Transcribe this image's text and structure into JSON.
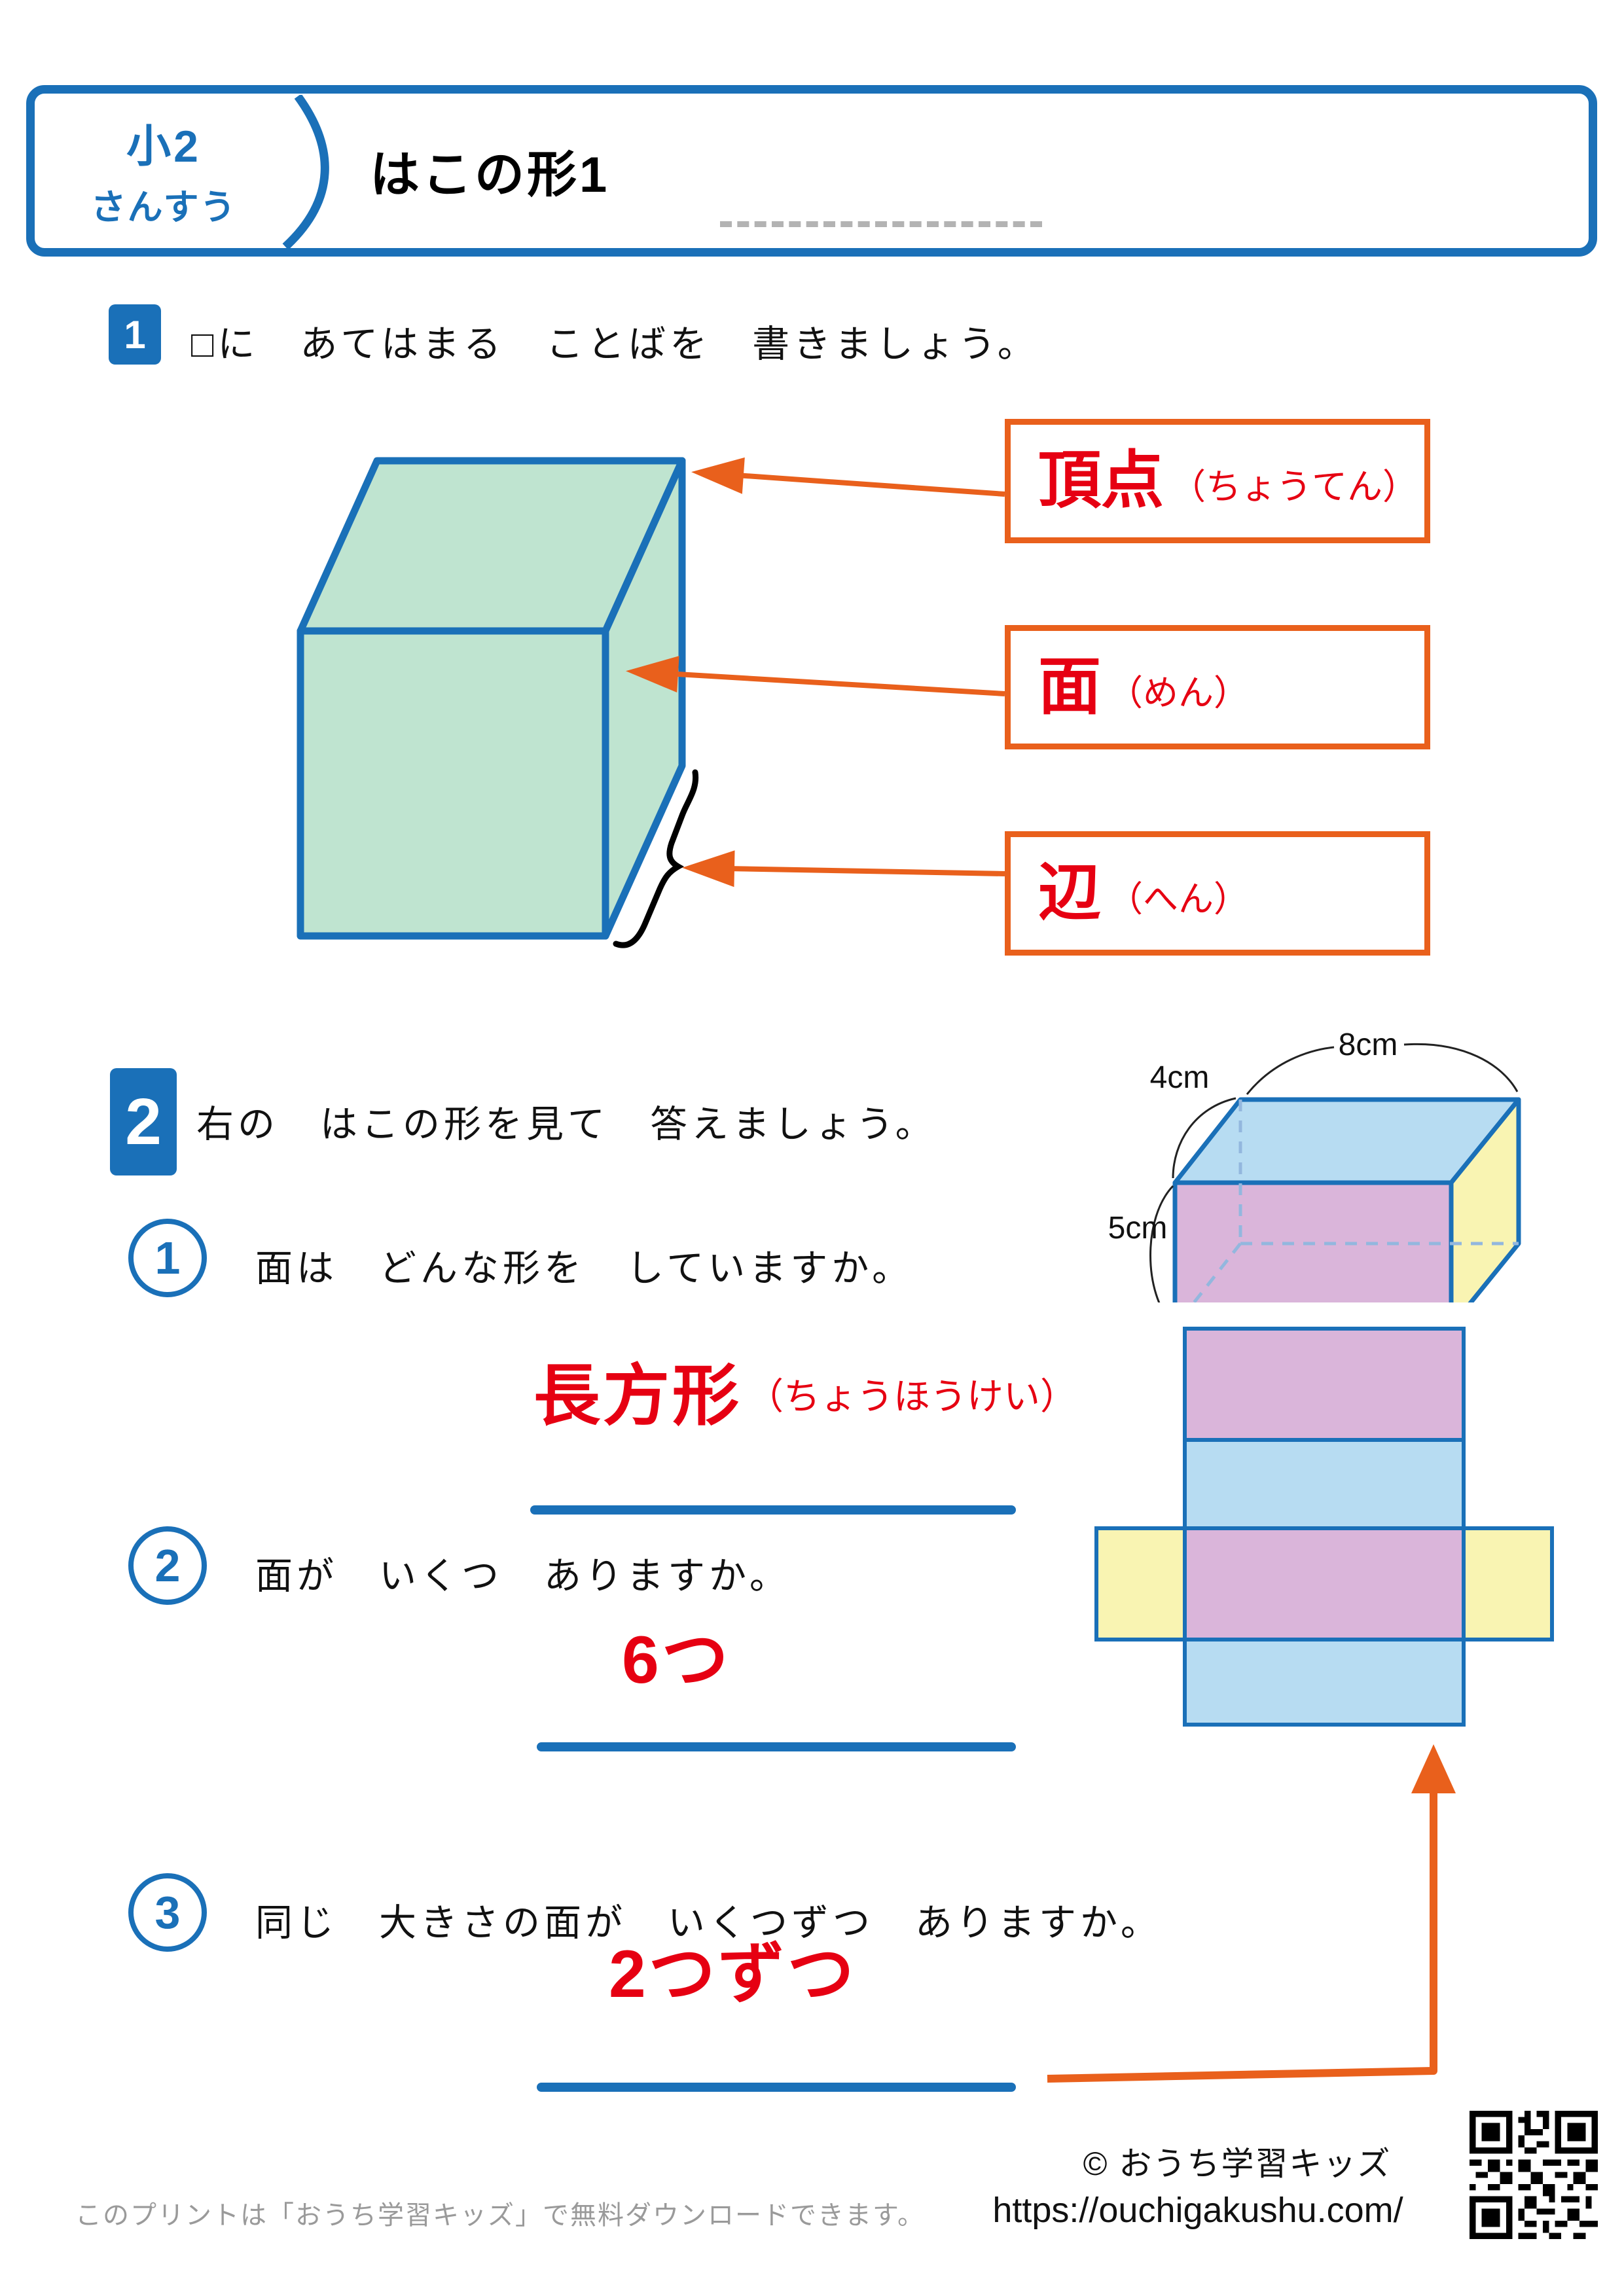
{
  "header": {
    "grade": "小2",
    "subject": "さんすう",
    "title": "はこの形1"
  },
  "q1": {
    "number": "1",
    "prompt": "□に　あてはまる　ことばを　書きましょう。",
    "labels": [
      {
        "term": "頂点",
        "reading": "（ちょうてん）"
      },
      {
        "term": "面",
        "reading": "（めん）"
      },
      {
        "term": "辺",
        "reading": "（へん）"
      }
    ]
  },
  "q2": {
    "number": "2",
    "prompt": "右の　はこの形を見て　答えましょう。",
    "dims": {
      "width": "8cm",
      "depth": "4cm",
      "height": "5cm"
    },
    "sub": [
      {
        "number": "1",
        "prompt": "面は　どんな形を　していますか。",
        "answer": "長方形",
        "reading": "（ちょうほうけい）"
      },
      {
        "number": "2",
        "prompt": "面が　いくつ　ありますか。",
        "answer": "6つ"
      },
      {
        "number": "3",
        "prompt": "同じ　大きさの面が　いくつずつ　ありますか。",
        "answer": "2つずつ"
      }
    ]
  },
  "footer": {
    "note": "このプリントは「おうち学習キッズ」で無料ダウンロードできます。",
    "copyright": "© おうち学習キッズ",
    "url": "https://ouchigakushu.com/"
  },
  "colors": {
    "blue": "#1a70b8",
    "orange": "#e9601c",
    "red": "#e60012",
    "cube_green": "#bfe4d0",
    "face_pink": "#dab5da",
    "face_blue": "#b7dcf2",
    "face_yellow": "#f9f4b2",
    "gray_text": "#9a9a9a"
  }
}
